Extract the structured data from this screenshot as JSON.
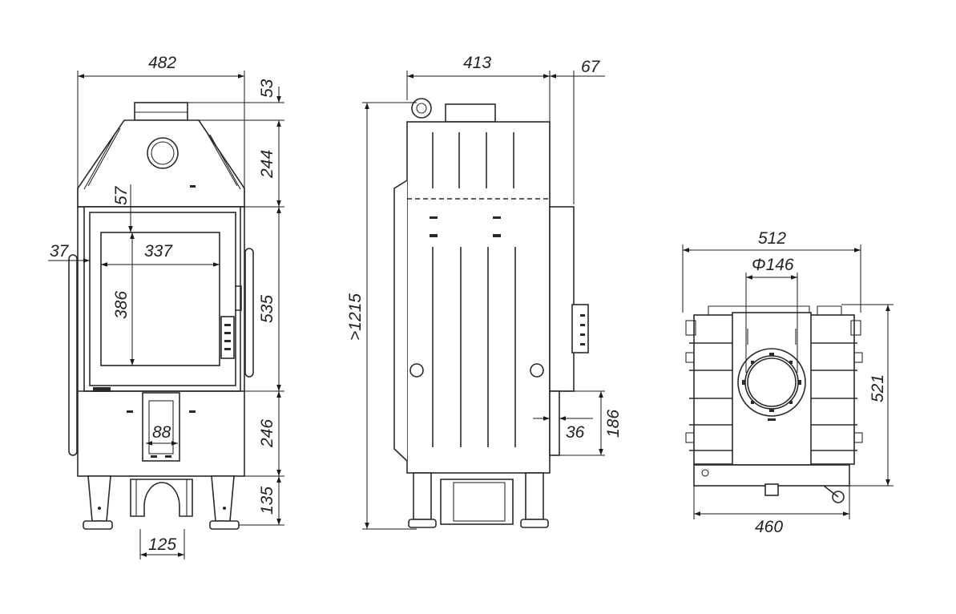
{
  "front_view": {
    "width": "482",
    "top_collar": "53",
    "hood": "244",
    "glass_top": "57",
    "side_offset": "37",
    "glass_width": "337",
    "glass_height": "386",
    "door": "535",
    "base": "246",
    "air_inlet": "88",
    "legs": "135",
    "inlet_width": "125"
  },
  "side_view": {
    "depth": "413",
    "handle_depth": "67",
    "total_height": ">1215",
    "vent_height": "186",
    "vent_depth": "36"
  },
  "top_view": {
    "width": "512",
    "flue_diameter": "Φ146",
    "depth": "521",
    "base_width": "460"
  },
  "colors": {
    "line": "#2a2a2a",
    "text": "#222222",
    "background": "#ffffff"
  }
}
